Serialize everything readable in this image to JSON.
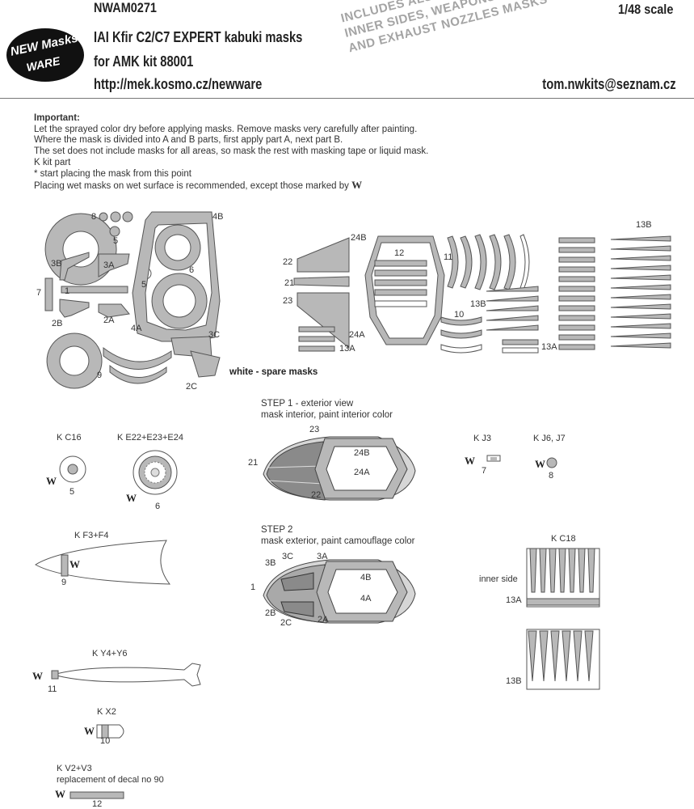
{
  "header": {
    "brand_logo_text": "NEW Masks WARE",
    "product_code": "NWAM0271",
    "scale": "1/48 scale",
    "title": "IAI Kfir C2/C7 EXPERT  kabuki masks",
    "kit": "for AMK kit 88001",
    "url": "http://mek.kosmo.cz/newware",
    "email": "tom.nwkits@seznam.cz",
    "stamp_lines": [
      "INCLUDES ALSO WINDOWS",
      "INNER SIDES, WEAPONS",
      "AND EXHAUST NOZZLES MASKS"
    ]
  },
  "instructions": {
    "heading": "Important:",
    "lines": [
      "Let the sprayed color dry before applying masks. Remove masks very carefully after painting.",
      "Where the mask is divided into A and B parts, first apply part A, next part B.",
      "The set does not include masks for all areas, so mask the rest with masking tape or liquid mask.",
      "K kit part",
      "*  start placing the mask from this point",
      "Placing wet masks on wet surface is recommended, except those marked by"
    ],
    "wet_symbol": "W"
  },
  "mask_sheet": {
    "spare_note": "white - spare masks",
    "labels": {
      "m8": "8",
      "m5a": "5",
      "m5b": "5",
      "m4b": "4B",
      "m3b": "3B",
      "m3a": "3A",
      "m6": "6",
      "m7": "7",
      "m1": "1",
      "m2b": "2B",
      "m2a": "2A",
      "m4a": "4A",
      "m3c": "3C",
      "m9": "9",
      "m2c": "2C",
      "m22": "22",
      "m21": "21",
      "m23": "23",
      "m24b": "24B",
      "m24a": "24A",
      "m12": "12",
      "m11": "11",
      "m10": "10",
      "m13a1": "13A",
      "m13b1": "13B",
      "m13b2": "13B",
      "m13a2": "13A"
    }
  },
  "kit_parts": {
    "c16": {
      "kit": "K C16",
      "wet": "W",
      "num": "5"
    },
    "e22": {
      "kit": "K E22+E23+E24",
      "wet": "W",
      "num": "6"
    },
    "j3": {
      "kit": "K J3",
      "wet": "W",
      "num": "7"
    },
    "j6": {
      "kit": "K J6, J7",
      "wet": "W",
      "num": "8"
    },
    "f3": {
      "kit": "K F3+F4",
      "wet": "W",
      "num": "9"
    },
    "y4": {
      "kit": "K Y4+Y6",
      "wet": "W",
      "num": "11"
    },
    "x2": {
      "kit": "K X2",
      "wet": "W",
      "num": "10"
    },
    "v2": {
      "kit": "K V2+V3",
      "note": "replacement of decal no 90",
      "wet": "W",
      "num": "12"
    },
    "c18": {
      "kit": "K C18",
      "inner": "inner side",
      "a": "13A",
      "b": "13B"
    }
  },
  "steps": {
    "step1": {
      "title": "STEP 1 - exterior view",
      "desc": "mask interior, paint interior color",
      "labels": {
        "l23": "23",
        "l21": "21",
        "l22": "22",
        "l24b": "24B",
        "l24a": "24A"
      }
    },
    "step2": {
      "title": "STEP 2",
      "desc": "mask exterior, paint camouflage color",
      "labels": {
        "l3c": "3C",
        "l3a": "3A",
        "l3b": "3B",
        "l1": "1",
        "l2b": "2B",
        "l2c": "2C",
        "l2a": "2A",
        "l4b": "4B",
        "l4a": "4A"
      }
    }
  },
  "colors": {
    "mask_fill": "#b8b8b8",
    "line": "#555555",
    "stamp": "#a4a4a4"
  }
}
